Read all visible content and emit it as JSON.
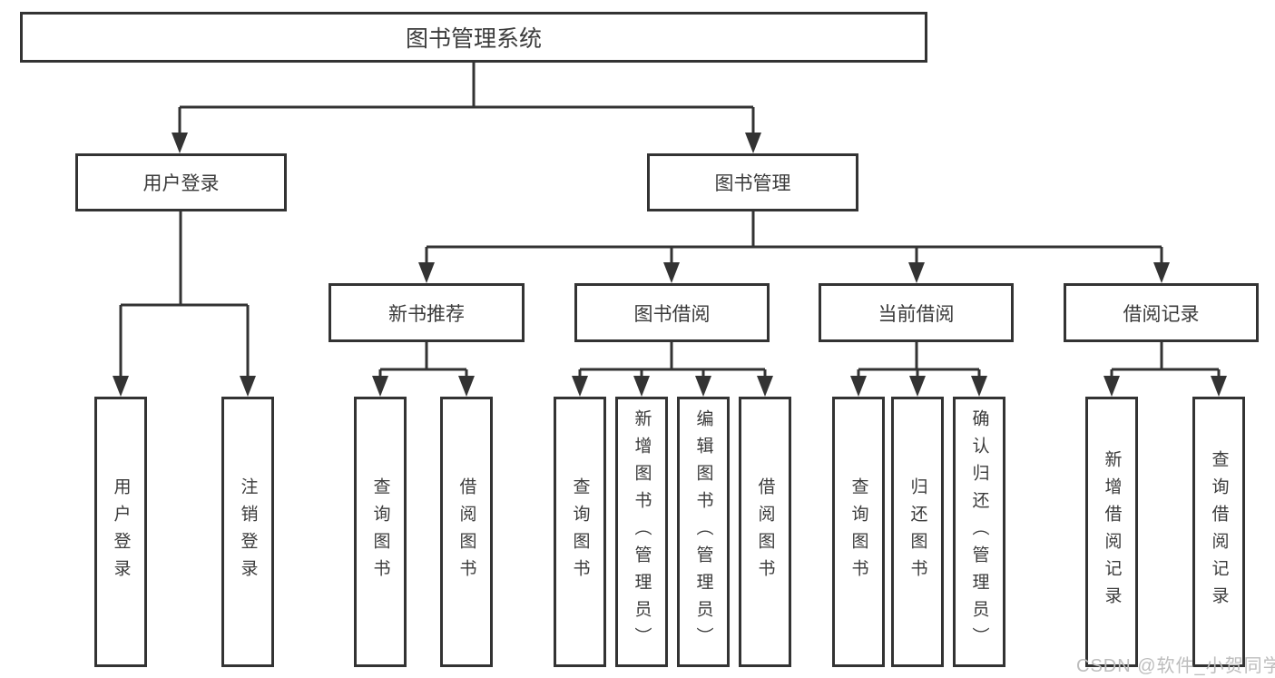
{
  "tree": {
    "label": "图书管理系统",
    "children": [
      {
        "label": "用户登录",
        "children": [
          {
            "label": "用户登录"
          },
          {
            "label": "注销登录"
          }
        ]
      },
      {
        "label": "图书管理",
        "children": [
          {
            "label": "新书推荐",
            "children": [
              {
                "label": "查询图书"
              },
              {
                "label": "借阅图书"
              }
            ]
          },
          {
            "label": "图书借阅",
            "children": [
              {
                "label": "查询图书"
              },
              {
                "label": "新增图书（管理员）"
              },
              {
                "label": "编辑图书（管理员）"
              },
              {
                "label": "借阅图书"
              }
            ]
          },
          {
            "label": "当前借阅",
            "children": [
              {
                "label": "查询图书"
              },
              {
                "label": "归还图书"
              },
              {
                "label": "确认归还（管理员）"
              }
            ]
          },
          {
            "label": "借阅记录",
            "children": [
              {
                "label": "新增借阅记录"
              },
              {
                "label": "查询借阅记录"
              }
            ]
          }
        ]
      }
    ]
  },
  "watermark": "CSDN @软件_小贺同学",
  "colors": {
    "line": "#333333",
    "text": "#3b3b3b",
    "watermark": "#bdbdbd",
    "bg": "#ffffff"
  }
}
